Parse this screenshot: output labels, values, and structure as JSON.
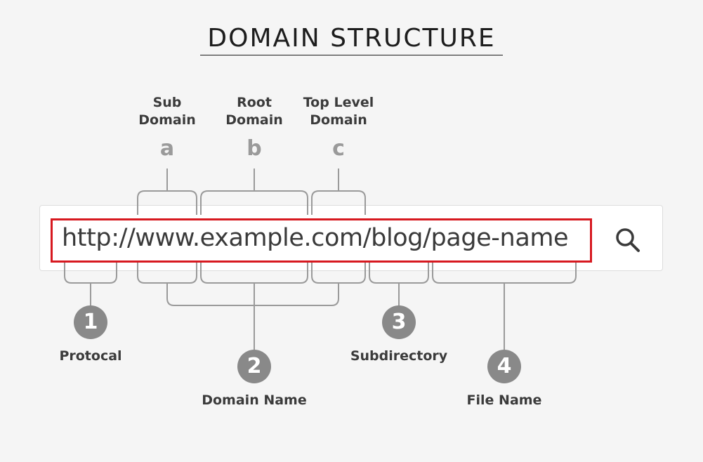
{
  "title": "DOMAIN STRUCTURE",
  "url": "http://www.example.com/blog/page-name",
  "top_parts": [
    {
      "letter": "a",
      "line1": "Sub",
      "line2": "Domain"
    },
    {
      "letter": "b",
      "line1": "Root",
      "line2": "Domain"
    },
    {
      "letter": "c",
      "line1": "Top Level",
      "line2": "Domain"
    }
  ],
  "bottom_parts": [
    {
      "number": "1",
      "label": "Protocal"
    },
    {
      "number": "2",
      "label": "Domain Name"
    },
    {
      "number": "3",
      "label": "Subdirectory"
    },
    {
      "number": "4",
      "label": "File Name"
    }
  ],
  "colors": {
    "highlight": "#d71920",
    "bracket": "#9a9a9a",
    "circle": "#898989",
    "label": "#3b3b3b"
  },
  "icons": [
    "search-icon"
  ]
}
